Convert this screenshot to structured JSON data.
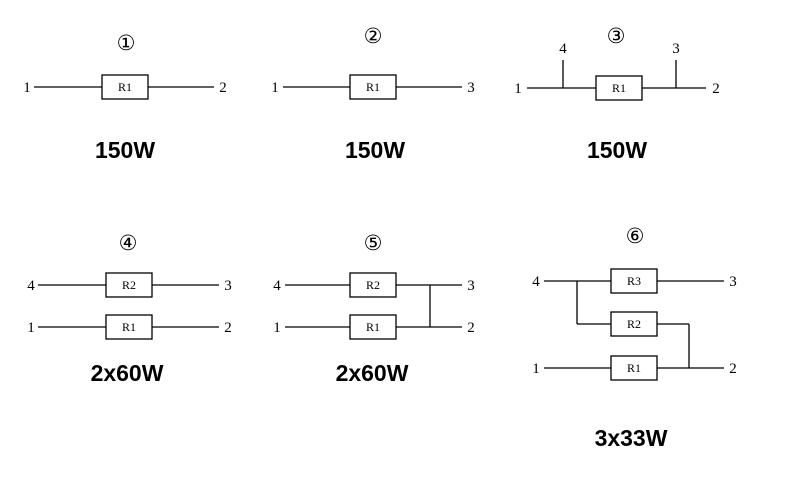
{
  "panels": [
    {
      "id": "1",
      "marker": "①",
      "rating": "150W",
      "resistors": [
        "R1"
      ],
      "terminals": [
        "1",
        "2"
      ]
    },
    {
      "id": "2",
      "marker": "②",
      "rating": "150W",
      "resistors": [
        "R1"
      ],
      "terminals": [
        "1",
        "3"
      ]
    },
    {
      "id": "3",
      "marker": "③",
      "rating": "150W",
      "resistors": [
        "R1"
      ],
      "terminals": [
        "1",
        "2",
        "4",
        "3"
      ]
    },
    {
      "id": "4",
      "marker": "④",
      "rating": "2x60W",
      "resistors": [
        "R2",
        "R1"
      ],
      "terminals": [
        "4",
        "3",
        "1",
        "2"
      ]
    },
    {
      "id": "5",
      "marker": "⑤",
      "rating": "2x60W",
      "resistors": [
        "R2",
        "R1"
      ],
      "terminals": [
        "4",
        "3",
        "1",
        "2"
      ]
    },
    {
      "id": "6",
      "marker": "⑥",
      "rating": "3x33W",
      "resistors": [
        "R3",
        "R2",
        "R1"
      ],
      "terminals": [
        "4",
        "3",
        "1",
        "2"
      ]
    }
  ]
}
